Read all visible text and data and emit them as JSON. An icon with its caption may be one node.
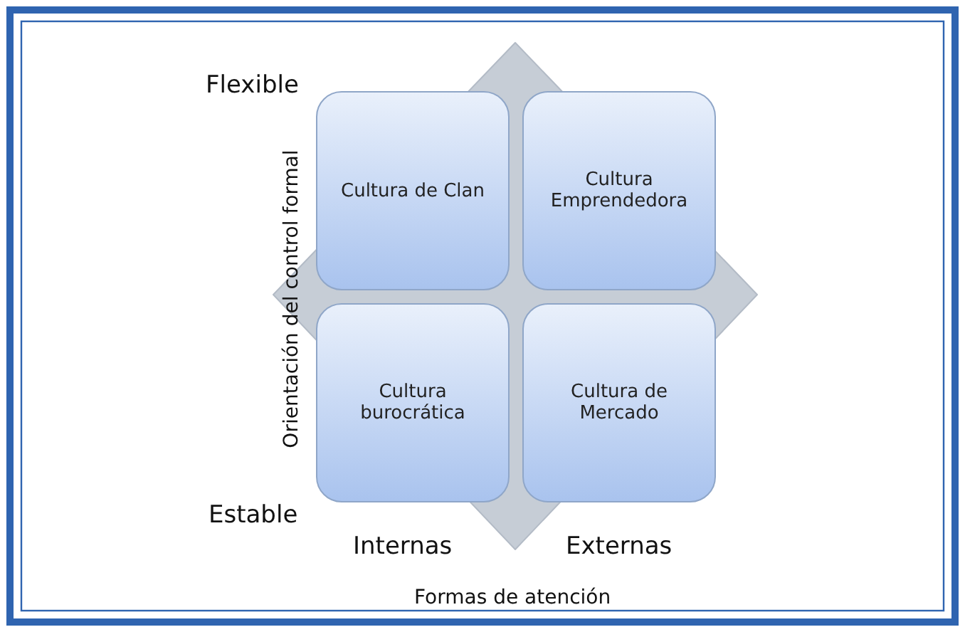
{
  "diagram": {
    "nodes": [
      {
        "text": [
          "Cultura de Clan"
        ]
      },
      {
        "text": [
          "Cultura Emprendedora"
        ]
      },
      {
        "text": [
          "Cultura burocrática"
        ]
      },
      {
        "text": [
          "Cultura de Mercado"
        ]
      }
    ],
    "labels": [
      "Flexible",
      "Orientación del control formal",
      "Estable",
      "Internas",
      "Externas",
      "Formas de atención"
    ]
  }
}
